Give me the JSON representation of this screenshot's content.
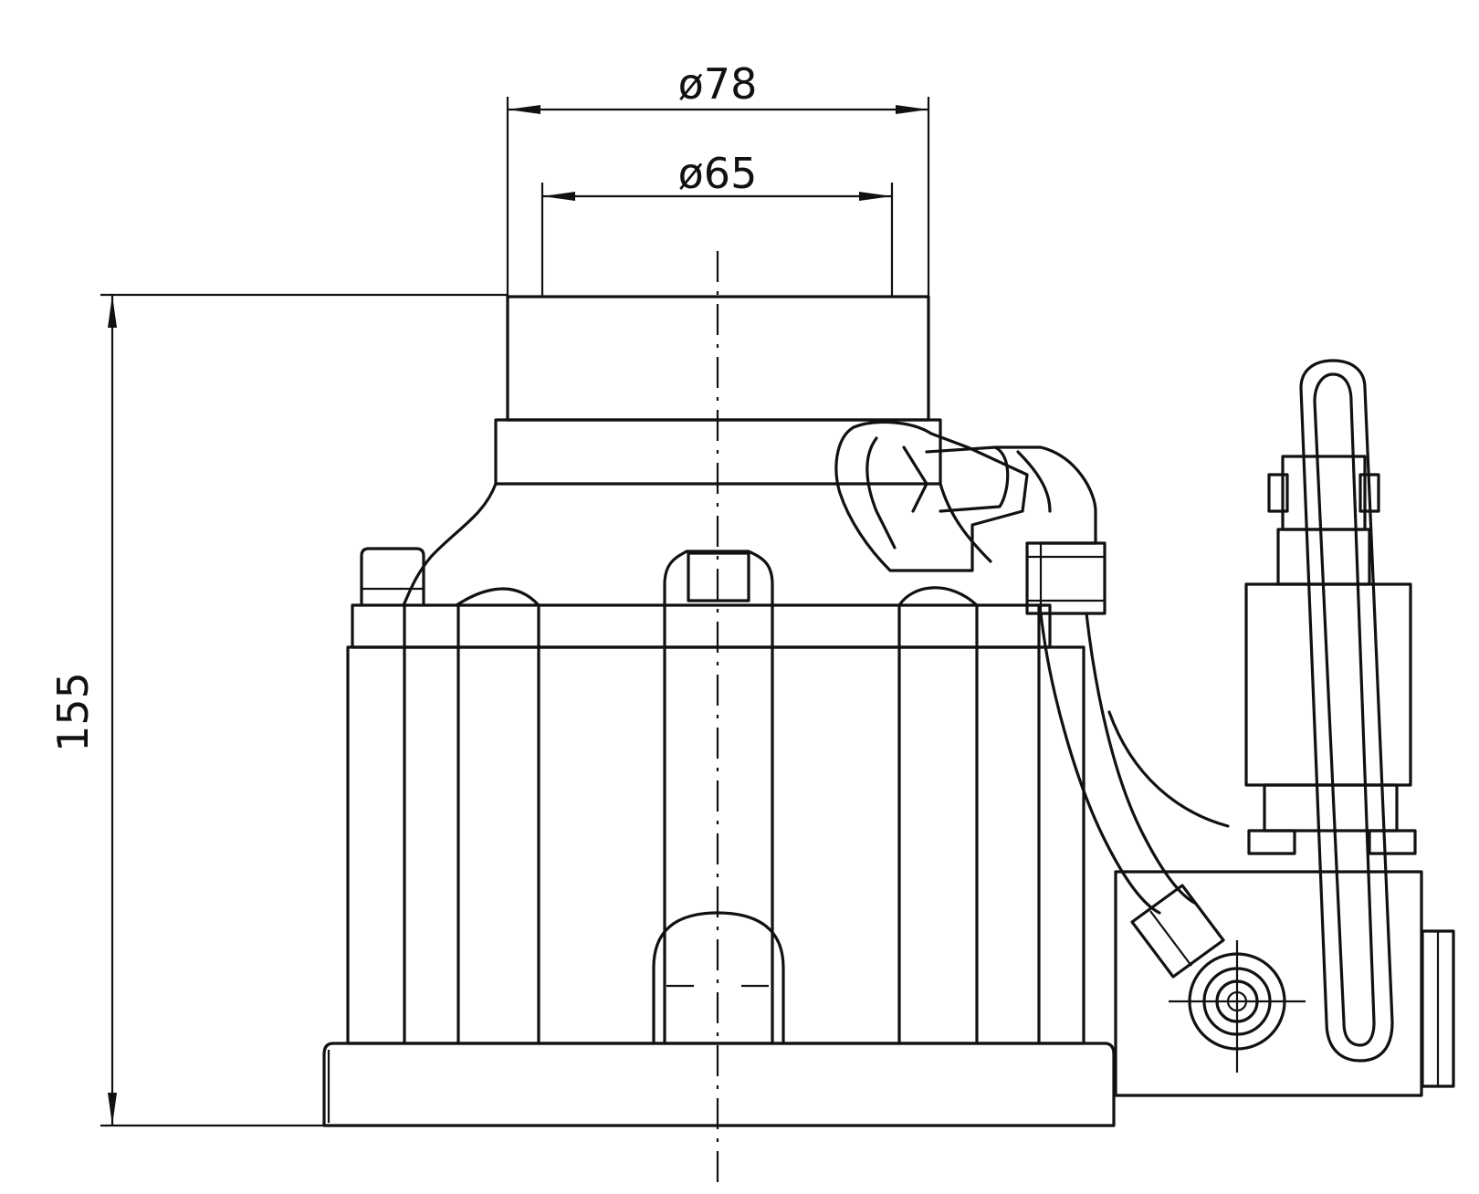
{
  "dimensions": {
    "outer_diameter": "ø78",
    "inner_diameter": "ø65",
    "height": "155"
  },
  "colors": {
    "line": "#111111",
    "background": "#ffffff"
  }
}
